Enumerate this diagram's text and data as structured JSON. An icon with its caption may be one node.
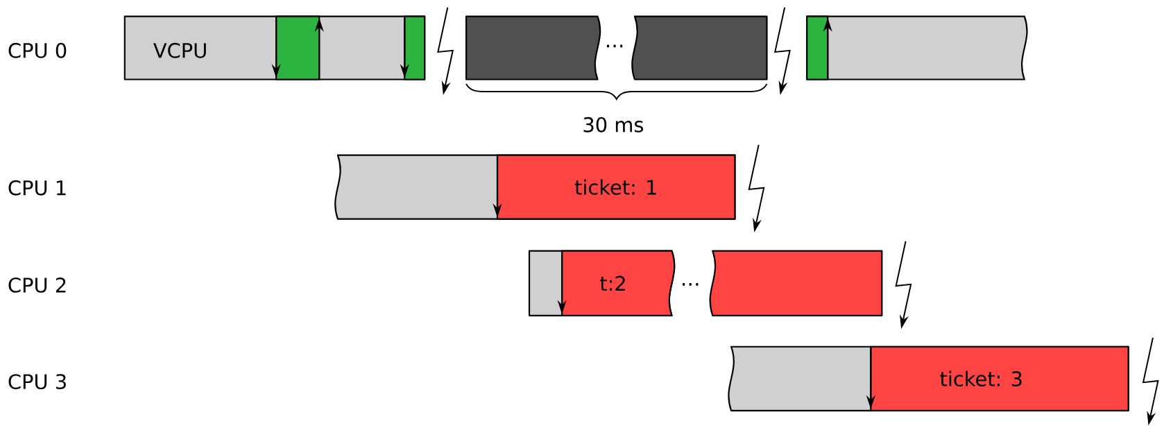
{
  "diagram": {
    "nodes": [
      {
        "text": [
          "VCPU"
        ]
      },
      {
        "text": [],
        "shape": "bar",
        "in": 0
      },
      {
        "text": [],
        "shape": "bar",
        "in": 0
      },
      {
        "text": [],
        "shape": "bar"
      },
      {
        "text": [],
        "shape": "bar"
      },
      {
        "text": [],
        "shape": "bar"
      },
      {
        "text": [],
        "shape": "bar",
        "in": 5
      },
      {
        "text": [],
        "shape": "bar"
      },
      {
        "text": [
          "ticket: 1"
        ],
        "in": 7
      },
      {
        "text": [],
        "shape": "bar"
      },
      {
        "text": [
          "t:2"
        ],
        "in": 9
      },
      {
        "text": [],
        "shape": "bar"
      },
      {
        "text": [],
        "shape": "bar"
      },
      {
        "text": [
          "ticket: 3"
        ],
        "in": 12
      }
    ],
    "labels": [
      "CPU 0",
      "…",
      "30 ms",
      "CPU 1",
      "CPU 2",
      "…",
      "CPU 3"
    ]
  }
}
